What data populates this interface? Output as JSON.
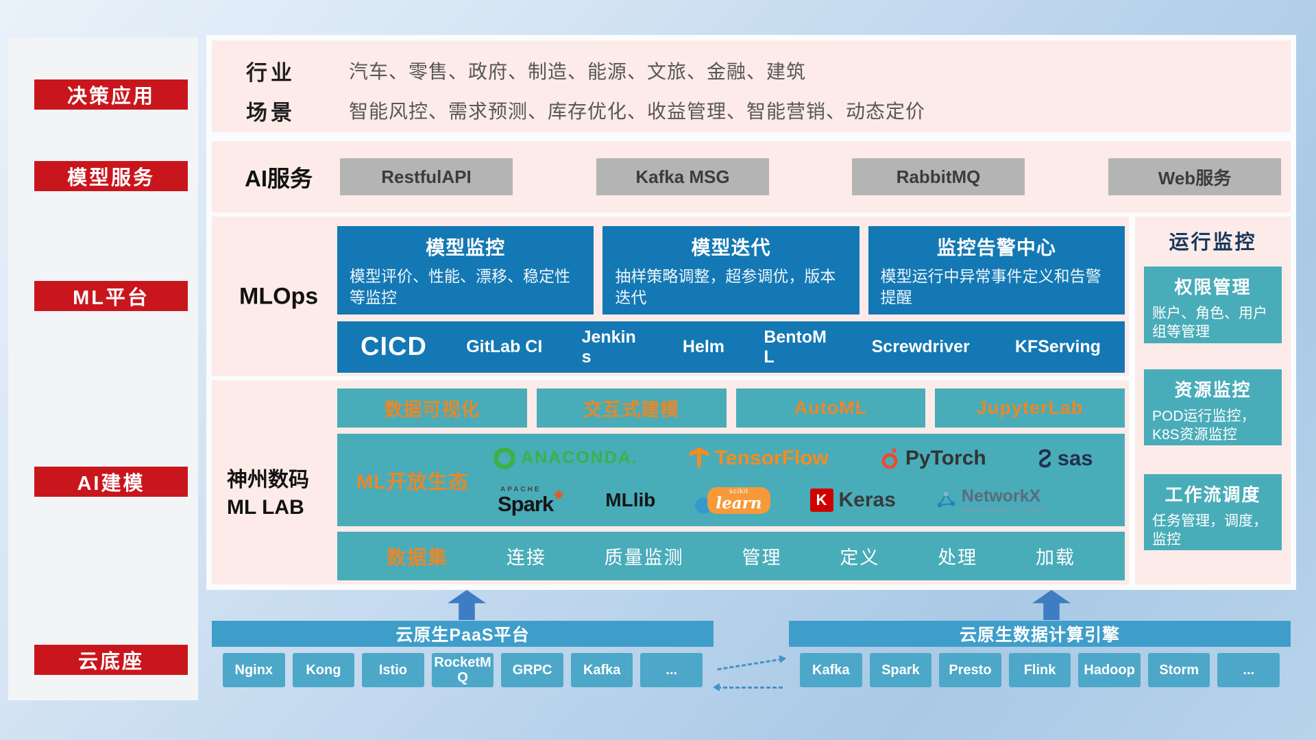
{
  "sidebar": {
    "items": [
      "决策应用",
      "模型服务",
      "ML平台",
      "AI建模",
      "云底座"
    ]
  },
  "industry": {
    "row1_label": "行业",
    "row1_text": "汽车、零售、政府、制造、能源、文旅、金融、建筑",
    "row2_label": "场景",
    "row2_text": "智能风控、需求预测、库存优化、收益管理、智能营销、动态定价"
  },
  "ai_service": {
    "label": "AI服务",
    "buttons": [
      "RestfulAPI",
      "Kafka MSG",
      "RabbitMQ",
      "Web服务"
    ]
  },
  "mlops": {
    "label": "MLOps",
    "cards": [
      {
        "title": "模型监控",
        "desc": "模型评价、性能、漂移、稳定性等监控"
      },
      {
        "title": "模型迭代",
        "desc": "抽样策略调整，超参调优，版本迭代"
      },
      {
        "title": "监控告警中心",
        "desc": "模型运行中异常事件定义和告警提醒"
      }
    ],
    "cicd": {
      "title": "CICD",
      "items": [
        "GitLab CI",
        "Jenkins",
        "Helm",
        "BentoML",
        "Screwdriver",
        "KFServing"
      ]
    }
  },
  "monitor": {
    "title": "运行监控",
    "cards": [
      {
        "title": "权限管理",
        "desc": "账户、角色、用户组等管理"
      },
      {
        "title": "资源监控",
        "desc": "POD运行监控，K8S资源监控"
      },
      {
        "title": "工作流调度",
        "desc": "任务管理，调度，监控"
      }
    ]
  },
  "mllab": {
    "label_line1": "神州数码",
    "label_line2": "ML LAB",
    "tools": [
      "数据可视化",
      "交互式建模",
      "AutoML",
      "JupyterLab"
    ],
    "ecosystem_label": "ML开放生态",
    "logos": {
      "anaconda": "ANACONDA.",
      "tensorflow": "TensorFlow",
      "pytorch": "PyTorch",
      "sas": "sas",
      "spark_super": "APACHE",
      "spark": "Spark",
      "mllib": "MLlib",
      "sklearn_super": "scikit",
      "sklearn": "learn",
      "keras_letter": "K",
      "keras": "Keras",
      "networkx": "NetworkX",
      "networkx_sub": "Network Analysis in Python"
    },
    "dataset": {
      "label": "数据集",
      "items": [
        "连接",
        "质量监测",
        "管理",
        "定义",
        "处理",
        "加载"
      ]
    }
  },
  "foundation": {
    "paas": {
      "title": "云原生PaaS平台",
      "chips": [
        "Nginx",
        "Kong",
        "Istio",
        "RocketMQ",
        "GRPC",
        "Kafka",
        "..."
      ]
    },
    "engine": {
      "title": "云原生数据计算引擎",
      "chips": [
        "Kafka",
        "Spark",
        "Presto",
        "Flink",
        "Hadoop",
        "Storm",
        "..."
      ]
    }
  },
  "colors": {
    "badge_red": "#c9161d",
    "panel_pink": "#fcebe8",
    "deep_blue": "#1478b4",
    "teal": "#49acb9",
    "bar_blue": "#3f9ec9",
    "chip_blue": "#4da7c8",
    "button_gray": "#b4b4b4",
    "accent_orange": "#e8882a",
    "arrow_blue": "#3e7dc2"
  }
}
